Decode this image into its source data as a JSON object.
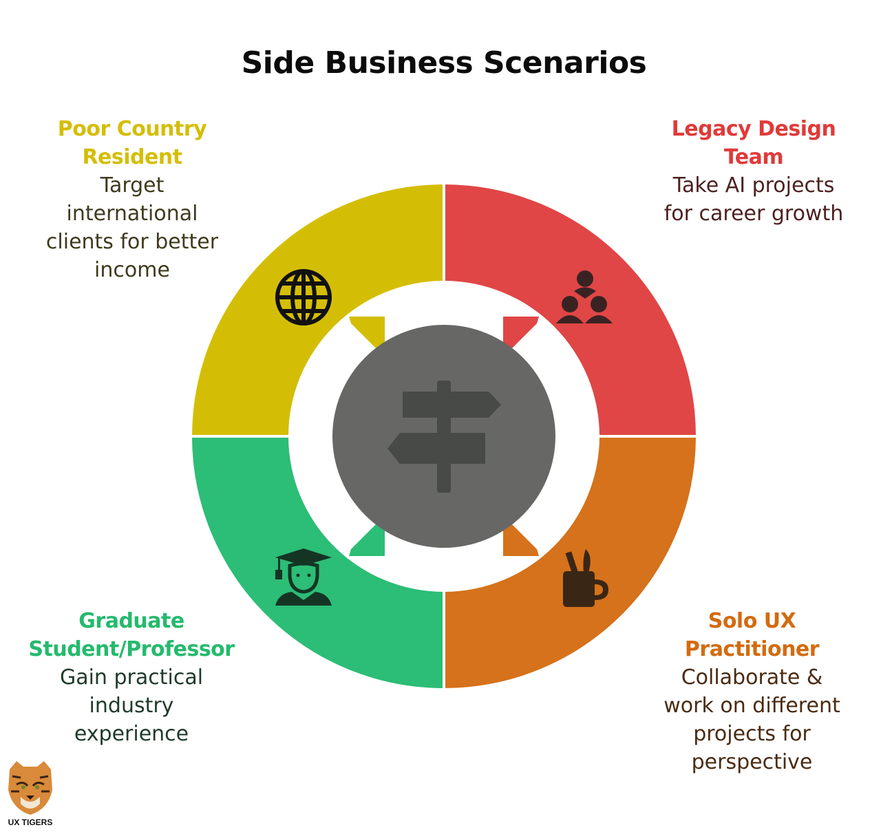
{
  "title": "Side Business Scenarios",
  "center": {
    "icon": "signpost-icon"
  },
  "quadrants": [
    {
      "id": "top-left",
      "heading": [
        "Poor Country",
        "Resident"
      ],
      "description": [
        "Target",
        "international",
        "clients for better",
        "income"
      ],
      "icon": "globe-icon",
      "color": "#d4be05"
    },
    {
      "id": "top-right",
      "heading": [
        "Legacy Design",
        "Team"
      ],
      "description": [
        "Take AI projects",
        "for career growth"
      ],
      "icon": "team-icon",
      "color": "#e04646"
    },
    {
      "id": "bottom-left",
      "heading": [
        "Graduate",
        "Student/Professor"
      ],
      "description": [
        "Gain practical",
        "industry",
        "experience"
      ],
      "icon": "graduate-icon",
      "color": "#2cbd76"
    },
    {
      "id": "bottom-right",
      "heading": [
        "Solo UX",
        "Practitioner"
      ],
      "description": [
        "Collaborate &",
        "work on different",
        "projects for",
        "perspective"
      ],
      "icon": "art-mug-icon",
      "color": "#d5721b"
    }
  ],
  "logo": {
    "text": "UX TIGERS",
    "icon": "tiger-logo-icon"
  }
}
